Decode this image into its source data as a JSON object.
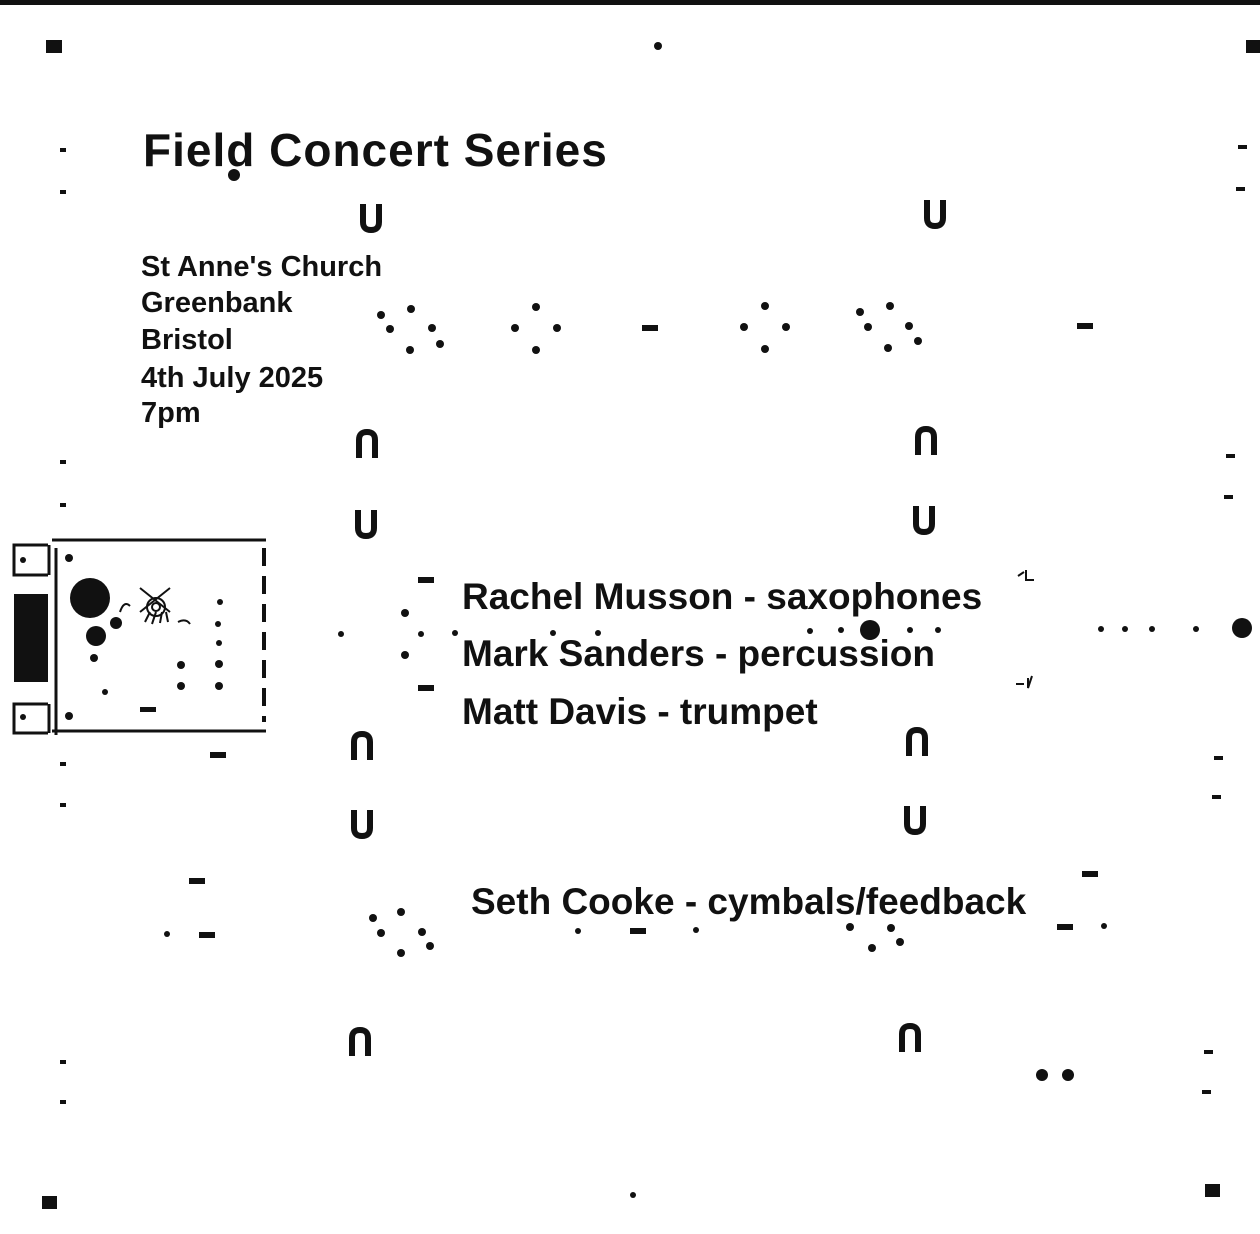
{
  "poster": {
    "title": "Field Concert Series",
    "venue": [
      "St Anne's Church",
      "Greenbank",
      "Bristol"
    ],
    "date": "4th July 2025",
    "time": "7pm",
    "lineup": [
      "Rachel Musson - saxophones",
      "Mark Sanders - percussion",
      "Matt Davis - trumpet"
    ],
    "special_guest": "Seth Cooke - cymbals/feedback"
  },
  "colors": {
    "ink": "#111111",
    "paper": "#ffffff"
  },
  "graphic": {
    "notation_score": "graphic-score-icon",
    "cassette_sketch": "cassette-drawing-icon"
  }
}
